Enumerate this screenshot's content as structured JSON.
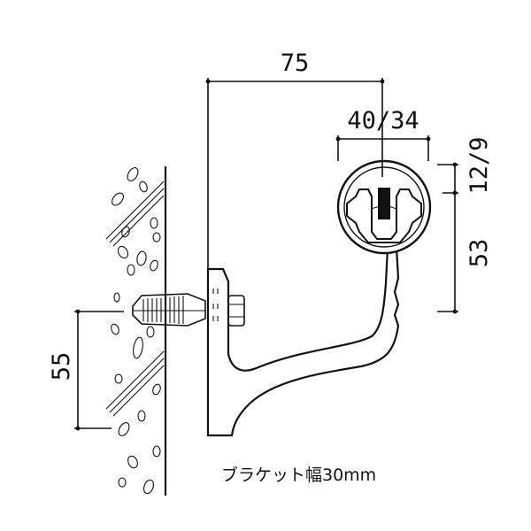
{
  "dimensions": {
    "width_total": "75",
    "rail_width": "40/34",
    "top_offset": "12/9",
    "center_height": "53",
    "anchor_height": "55"
  },
  "note": "ブラケット幅30mm",
  "colors": {
    "ink": "#111111",
    "paper": "#ffffff"
  }
}
